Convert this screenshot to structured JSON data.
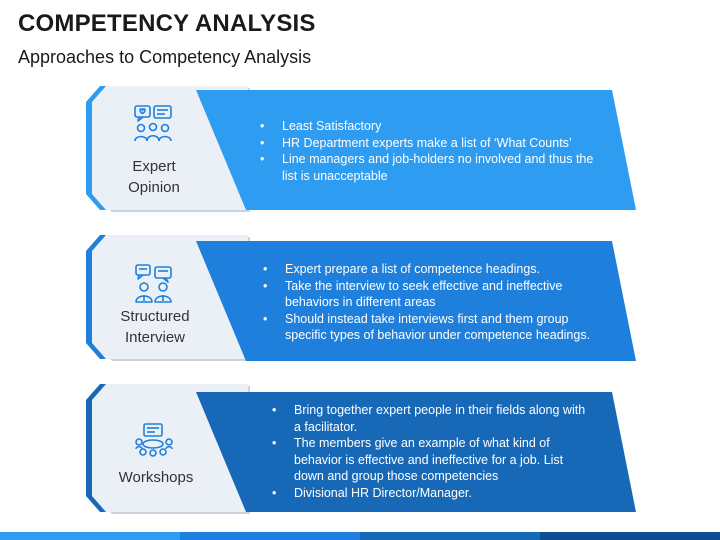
{
  "title": "COMPETENCY ANALYSIS",
  "subtitle": "Approaches to Competency Analysis",
  "colors": {
    "row1": "#2e9cf0",
    "row2": "#1e80dc",
    "row3": "#1769b8",
    "tab_light": "#eaf0f6",
    "label_text": "#333333"
  },
  "approaches": [
    {
      "label_lines": [
        "Expert",
        "Opinion"
      ],
      "icon": "expert-opinion-icon",
      "points": [
        "Least Satisfactory",
        "HR Department experts make a list of ‘What Counts’",
        "Line managers and job-holders no involved and thus the list is unacceptable"
      ]
    },
    {
      "label_lines": [
        "Structured",
        "Interview"
      ],
      "icon": "interview-icon",
      "points": [
        "Expert prepare a list of competence headings.",
        "Take the interview to seek effective and ineffective behaviors in different areas",
        "Should instead take interviews first and them group specific types of behavior under competence headings."
      ]
    },
    {
      "label_lines": [
        "Workshops"
      ],
      "icon": "workshop-icon",
      "points": [
        "Bring together expert people in their fields along with a facilitator.",
        "The members give an example of what kind of behavior is effective and ineffective for a job. List down and group those competencies",
        "Divisional HR Director/Manager."
      ]
    }
  ],
  "bottom_bar_colors": [
    "#2e9cf0",
    "#1e80dc",
    "#1769b8",
    "#0f4f91"
  ]
}
